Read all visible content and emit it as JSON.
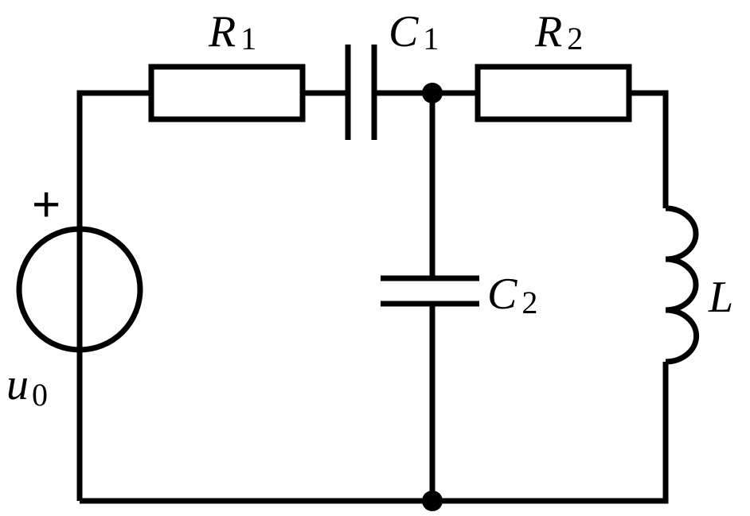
{
  "components": {
    "R1": {
      "symbol": "R",
      "subscript": "1"
    },
    "C1": {
      "symbol": "C",
      "subscript": "1"
    },
    "R2": {
      "symbol": "R",
      "subscript": "2"
    },
    "C2": {
      "symbol": "C",
      "subscript": "2"
    },
    "L": {
      "symbol": "L"
    },
    "source": {
      "symbol": "u",
      "subscript": "0",
      "polarity": "+"
    }
  },
  "colors": {
    "line": "#000000",
    "background": "#ffffff"
  }
}
